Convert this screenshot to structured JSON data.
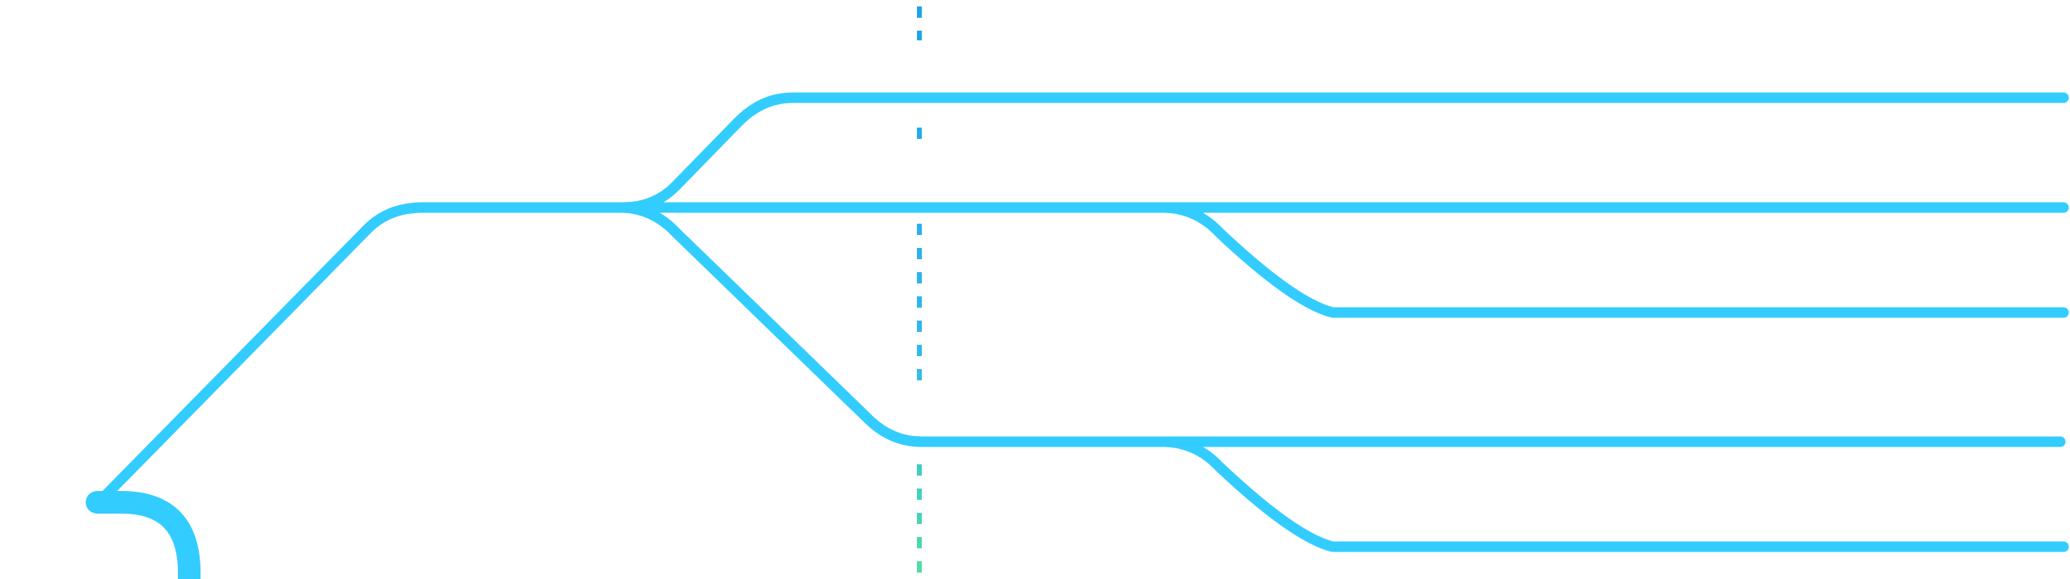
{
  "diagram": {
    "type": "branching-track-network",
    "colors": {
      "background": "#ffffff",
      "track": "#33ccff",
      "entry_gradient_start": "#d95a3a",
      "entry_gradient_end": "#33ccff",
      "divider_top": "#1aa3e8",
      "divider_middle": "#2fb8f0",
      "divider_bottom": "#4de0a0"
    },
    "tracks": [
      {
        "name": "entry-track"
      },
      {
        "name": "trunk-track"
      },
      {
        "name": "branch-1"
      },
      {
        "name": "branch-2"
      },
      {
        "name": "branch-3"
      },
      {
        "name": "branch-4"
      },
      {
        "name": "branch-5"
      },
      {
        "name": "down-loop-track"
      }
    ],
    "divider": {
      "name": "vertical-dashed-divider",
      "style": "dashed"
    }
  }
}
